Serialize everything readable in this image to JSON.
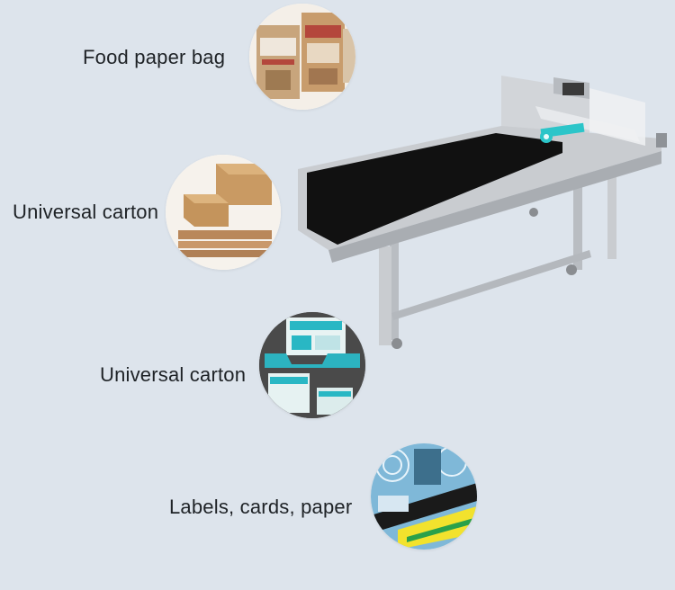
{
  "items": [
    {
      "label": "Food paper bag",
      "icon": "food-paper-bag-photo"
    },
    {
      "label": "Universal carton",
      "icon": "carton-boxes-photo"
    },
    {
      "label": "Universal carton",
      "icon": "printed-carton-photo"
    },
    {
      "label": "Labels, cards, paper",
      "icon": "labels-cards-photo"
    }
  ],
  "product": {
    "icon": "paging-conveyor-machine-photo"
  },
  "colors": {
    "background": "#dde4ec",
    "text": "#1e2226",
    "belt": "#111111",
    "steel": "#c9ccd0"
  }
}
